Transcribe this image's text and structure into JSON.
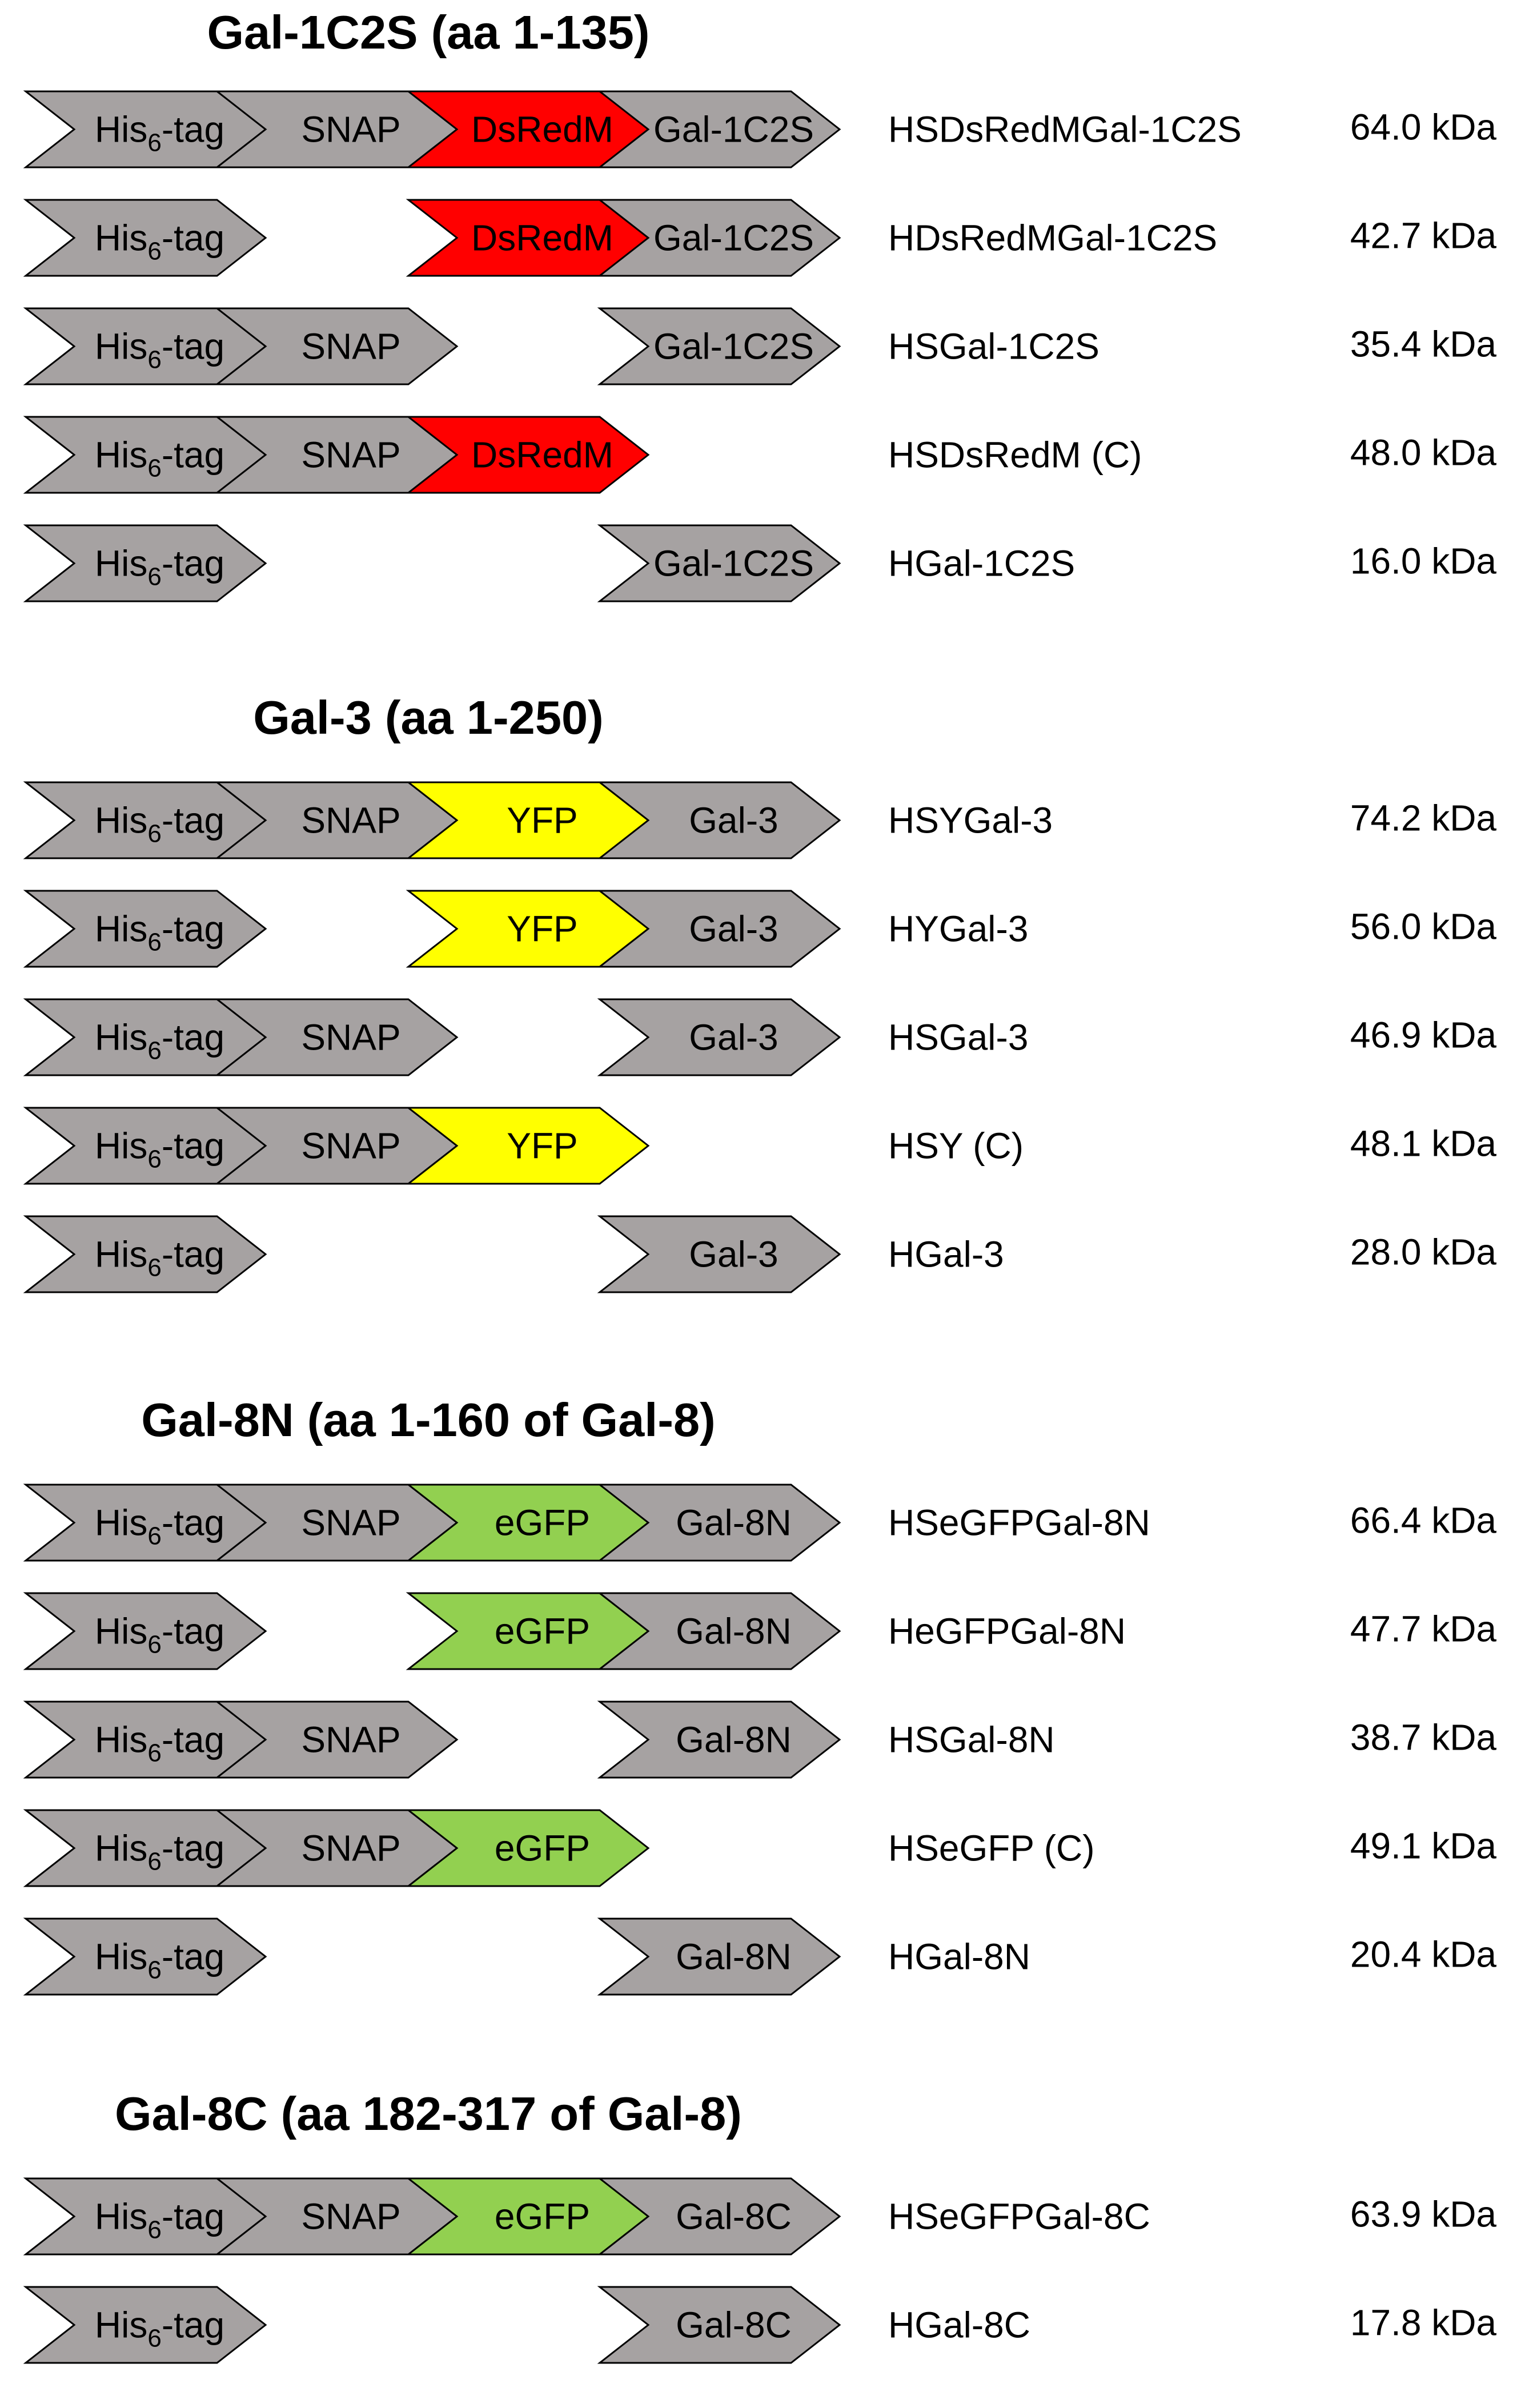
{
  "colors": {
    "grey": "#a6a2a2",
    "dsredm": "#ff0000",
    "yfp": "#ffff00",
    "egfp": "#92d050",
    "outline": "#000000",
    "text": "#000000"
  },
  "groups": [
    {
      "title": "Gal-1C2S (aa 1-135)",
      "rows": [
        {
          "segments": [
            "His6-tag",
            "SNAP",
            "DsRedM",
            "Gal-1C2S"
          ],
          "name": "HSDsRedMGal-1C2S",
          "mass": "64.0 kDa"
        },
        {
          "segments": [
            "His6-tag",
            null,
            "DsRedM",
            "Gal-1C2S"
          ],
          "name": "HDsRedMGal-1C2S",
          "mass": "42.7 kDa"
        },
        {
          "segments": [
            "His6-tag",
            "SNAP",
            null,
            "Gal-1C2S"
          ],
          "name": "HSGal-1C2S",
          "mass": "35.4 kDa"
        },
        {
          "segments": [
            "His6-tag",
            "SNAP",
            "DsRedM",
            null
          ],
          "name": "HSDsRedM (C)",
          "mass": "48.0 kDa"
        },
        {
          "segments": [
            "His6-tag",
            null,
            null,
            "Gal-1C2S"
          ],
          "name": "HGal-1C2S",
          "mass": "16.0 kDa"
        }
      ]
    },
    {
      "title": "Gal-3 (aa 1-250)",
      "rows": [
        {
          "segments": [
            "His6-tag",
            "SNAP",
            "YFP",
            "Gal-3"
          ],
          "name": "HSYGal-3",
          "mass": "74.2 kDa"
        },
        {
          "segments": [
            "His6-tag",
            null,
            "YFP",
            "Gal-3"
          ],
          "name": "HYGal-3",
          "mass": "56.0 kDa"
        },
        {
          "segments": [
            "His6-tag",
            "SNAP",
            null,
            "Gal-3"
          ],
          "name": "HSGal-3",
          "mass": "46.9 kDa"
        },
        {
          "segments": [
            "His6-tag",
            "SNAP",
            "YFP",
            null
          ],
          "name": "HSY (C)",
          "mass": "48.1 kDa"
        },
        {
          "segments": [
            "His6-tag",
            null,
            null,
            "Gal-3"
          ],
          "name": "HGal-3",
          "mass": "28.0 kDa"
        }
      ]
    },
    {
      "title": "Gal-8N (aa 1-160 of Gal-8)",
      "rows": [
        {
          "segments": [
            "His6-tag",
            "SNAP",
            "eGFP",
            "Gal-8N"
          ],
          "name": "HSeGFPGal-8N",
          "mass": "66.4 kDa"
        },
        {
          "segments": [
            "His6-tag",
            null,
            "eGFP",
            "Gal-8N"
          ],
          "name": "HeGFPGal-8N",
          "mass": "47.7 kDa"
        },
        {
          "segments": [
            "His6-tag",
            "SNAP",
            null,
            "Gal-8N"
          ],
          "name": "HSGal-8N",
          "mass": "38.7 kDa"
        },
        {
          "segments": [
            "His6-tag",
            "SNAP",
            "eGFP",
            null
          ],
          "name": "HSeGFP (C)",
          "mass": "49.1 kDa"
        },
        {
          "segments": [
            "His6-tag",
            null,
            null,
            "Gal-8N"
          ],
          "name": "HGal-8N",
          "mass": "20.4 kDa"
        }
      ]
    },
    {
      "title": "Gal-8C (aa 182-317 of Gal-8)",
      "rows": [
        {
          "segments": [
            "His6-tag",
            "SNAP",
            "eGFP",
            "Gal-8C"
          ],
          "name": "HSeGFPGal-8C",
          "mass": "63.9 kDa"
        },
        {
          "segments": [
            "His6-tag",
            null,
            null,
            "Gal-8C"
          ],
          "name": "HGal-8C",
          "mass": "17.8 kDa"
        }
      ]
    }
  ]
}
